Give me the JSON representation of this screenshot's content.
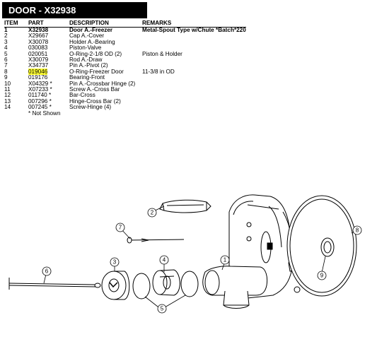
{
  "title": "DOOR - X32938",
  "table": {
    "headers": [
      "ITEM",
      "PART",
      "DESCRIPTION",
      "REMARKS"
    ],
    "rows": [
      {
        "item": "1",
        "part": "X32938",
        "desc": "Door A.-Freezer",
        "remarks": "Metal-Spout Type w/Chute *Batch*220",
        "bold": true
      },
      {
        "item": "2",
        "part": "X29667",
        "desc": "Cap A.-Cover",
        "remarks": ""
      },
      {
        "item": "3",
        "part": "X30078",
        "desc": "Holder A.-Bearing",
        "remarks": ""
      },
      {
        "item": "4",
        "part": "030083",
        "desc": "Piston-Valve",
        "remarks": ""
      },
      {
        "item": "5",
        "part": "020051",
        "desc": "O-Ring-2-1/8 OD  (2)",
        "remarks": "Piston & Holder"
      },
      {
        "item": "6",
        "part": "X30079",
        "desc": "Rod A.-Draw",
        "remarks": ""
      },
      {
        "item": "7",
        "part": "X34737",
        "desc": "Pin A.-Pivot (2)",
        "remarks": ""
      },
      {
        "item": "8",
        "part": "019046",
        "desc": "O-Ring-Freezer Door",
        "remarks": "11-3/8 in OD",
        "highlight": true
      },
      {
        "item": "9",
        "part": "019176",
        "desc": "Bearing-Front",
        "remarks": ""
      },
      {
        "item": "10",
        "part": "X04329 *",
        "desc": "Pin A.-Crossbar Hinge (2)",
        "remarks": ""
      },
      {
        "item": "11",
        "part": "X07233 *",
        "desc": "Screw A.-Cross Bar",
        "remarks": ""
      },
      {
        "item": "12",
        "part": "011740 *",
        "desc": "Bar-Cross",
        "remarks": ""
      },
      {
        "item": "13",
        "part": "007296 *",
        "desc": "Hinge-Cross Bar (2)",
        "remarks": ""
      },
      {
        "item": "14",
        "part": "007245 *",
        "desc": "Screw-Hinge (4)",
        "remarks": ""
      },
      {
        "item": "",
        "part": "* Not Shown",
        "desc": "",
        "remarks": ""
      }
    ]
  },
  "callouts": {
    "c2": "2",
    "c3": "3",
    "c4": "4",
    "c5": "5",
    "c6": "6",
    "c7": "7",
    "c8": "8",
    "c9": "9",
    "c1": "1"
  }
}
